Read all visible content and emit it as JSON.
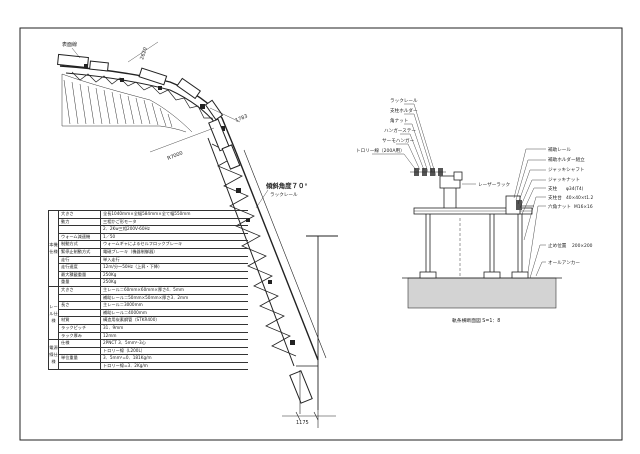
{
  "left_view": {
    "label_topleft": "表面線",
    "dim_top": "2620",
    "dim_mid": "1783",
    "radius_label": "R7000",
    "angle_label": "傾斜角度７０°",
    "rail_label": "ラックレール",
    "dim_bottom": "1175"
  },
  "spec_table": {
    "groups": [
      {
        "title": "本機仕様",
        "rows": [
          {
            "item": "大きさ",
            "value": "全長1040mm×全幅584mm×全て幅550mm"
          },
          {
            "item": "動力",
            "value": "三相かご形モータ"
          },
          {
            "item": "",
            "value": "2．2Kw三相200V-60Hz"
          },
          {
            "item": "ウォーム減速機",
            "value": "1／50"
          },
          {
            "item": "制動方式",
            "value": "ウォームギャによるセルフロックブレーキ"
          },
          {
            "item": "緊停止制動方式",
            "value": "電磁ブレーキ（機器制御器）"
          },
          {
            "item": "走行",
            "value": "単入走行"
          },
          {
            "item": "走行速度",
            "value": "12m/分～50Hz（上昇・下降）"
          },
          {
            "item": "最大積載重量",
            "value": "250Kg"
          },
          {
            "item": "重量",
            "value": "250Kg"
          }
        ]
      },
      {
        "title": "レール仕様",
        "rows": [
          {
            "item": "大きさ",
            "value": "主レール＝60mm×60mm×厚さ4．5mm"
          },
          {
            "item": "",
            "value": "補助レール＝50mm×50mm×厚さ3．2mm"
          },
          {
            "item": "長さ",
            "value": "主レール＝3000mm"
          },
          {
            "item": "",
            "value": "補助レール＝4000mm"
          },
          {
            "item": "材質",
            "value": "構造用炭素鋼管（STKR400）"
          },
          {
            "item": "ラックピッチ",
            "value": "31．9mm"
          },
          {
            "item": "ラック厚み",
            "value": "12mm"
          }
        ]
      },
      {
        "title": "電源線仕様",
        "rows": [
          {
            "item": "仕様",
            "value": "2PNCT 3．5mm²-3心"
          },
          {
            "item": "",
            "value": "トロリー線（L200L）"
          },
          {
            "item": "単位重量",
            "value": "3．5mm²=0．181Kg/m"
          },
          {
            "item": "",
            "value": "トロリー線=3．2Kg/m"
          }
        ]
      }
    ]
  },
  "right_view": {
    "callouts_left": [
      "ラックレール",
      "支柱ホルダー",
      "角ナット",
      "ハンガーステー",
      "サーモハンガー",
      "トロリー線（200A用）"
    ],
    "callout_laser": "レーザーラック",
    "callouts_right": [
      {
        "label": "補助レール",
        "value": ""
      },
      {
        "label": "補助ホルダー組立",
        "value": ""
      },
      {
        "label": "ジャッキシャフト",
        "value": ""
      },
      {
        "label": "ジャッキナット",
        "value": ""
      },
      {
        "label": "支柱",
        "value": "φ34(T4)"
      },
      {
        "label": "支柱台",
        "value": "40×40×t1.2"
      },
      {
        "label": "六角ナット",
        "value": "M16×16"
      },
      {
        "label": "止め位置",
        "value": "200×200"
      },
      {
        "label": "オールアンカー",
        "value": ""
      }
    ],
    "caption": "軌条横断面図 S=1：8"
  }
}
